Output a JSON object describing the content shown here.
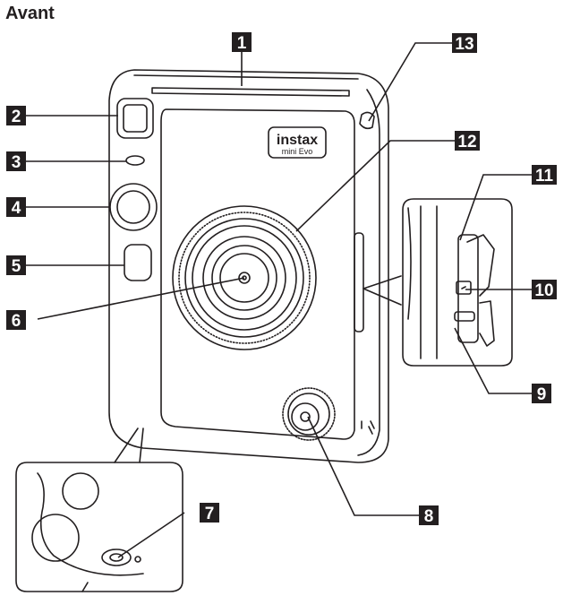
{
  "heading": "Avant",
  "callouts": [
    {
      "id": "1",
      "label": "1"
    },
    {
      "id": "2",
      "label": "2"
    },
    {
      "id": "3",
      "label": "3"
    },
    {
      "id": "4",
      "label": "4"
    },
    {
      "id": "5",
      "label": "5"
    },
    {
      "id": "6",
      "label": "6"
    },
    {
      "id": "7",
      "label": "7"
    },
    {
      "id": "8",
      "label": "8"
    },
    {
      "id": "9",
      "label": "9"
    },
    {
      "id": "10",
      "label": "10"
    },
    {
      "id": "11",
      "label": "11"
    },
    {
      "id": "12",
      "label": "12"
    },
    {
      "id": "13",
      "label": "13"
    }
  ],
  "logo": {
    "brand": "instax",
    "model": "mini Evo"
  },
  "colors": {
    "line": "#231f20",
    "box": "#231f20",
    "fill": "#ffffff"
  }
}
